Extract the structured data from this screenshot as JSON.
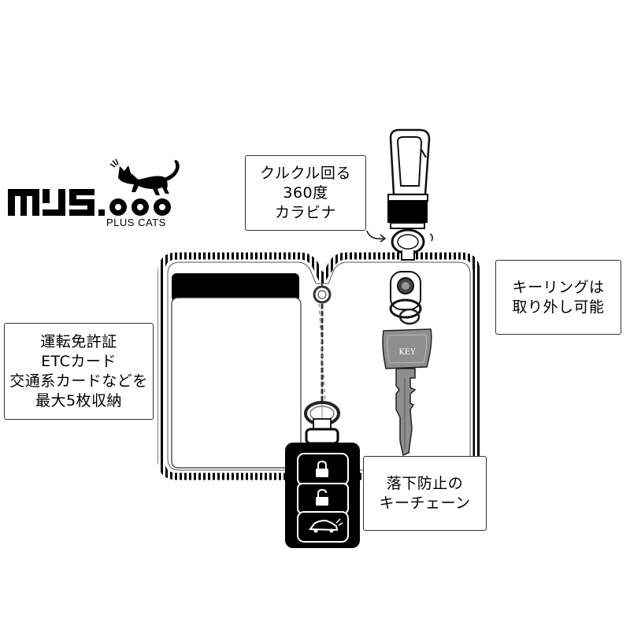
{
  "brand": {
    "logo_text": "mys.ooo",
    "subtitle": "PLUS CATS"
  },
  "callouts": {
    "carabiner": {
      "lines": [
        "クルクル回る",
        "360度",
        "カラビナ"
      ]
    },
    "keyring": {
      "lines": [
        "キーリングは",
        "取り外し可能"
      ]
    },
    "cards": {
      "lines": [
        "運転免許証",
        "ETCカード",
        "交通系カードなどを",
        "最大5枚収納"
      ]
    },
    "chain": {
      "lines": [
        "落下防止の",
        "キーチェーン"
      ]
    }
  },
  "key_label": "KEY",
  "icons": {
    "lock": "lock-closed-icon",
    "unlock": "lock-open-icon",
    "car": "car-trunk-icon"
  },
  "colors": {
    "ink": "#000000",
    "key_gray": "#8e8e8e",
    "chain_metal": "#6a6a6a"
  }
}
